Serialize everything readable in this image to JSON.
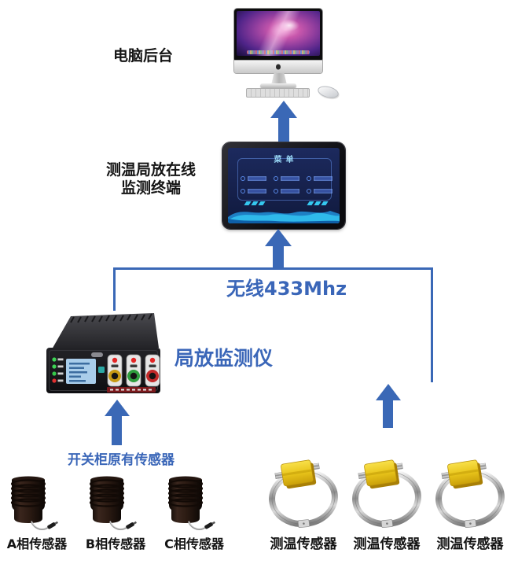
{
  "labels": {
    "computer_backend": "电脑后台",
    "terminal_line1": "测温局放在线",
    "terminal_line2": "监测终端",
    "wireless": "无线433Mhz",
    "pd_monitor": "局放监测仪",
    "switchgear_sensors": "开关柜原有传感器"
  },
  "tablet": {
    "menu_title": "菜单"
  },
  "phase_sensors": [
    {
      "label": "A相传感器"
    },
    {
      "label": "B相传感器"
    },
    {
      "label": "C相传感器"
    }
  ],
  "temp_sensors": [
    {
      "label": "测温传感器"
    },
    {
      "label": "测温传感器"
    },
    {
      "label": "测温传感器"
    }
  ],
  "colors": {
    "arrow_blue": "#3A68B6",
    "text_blue": "#3A66B8",
    "text_black": "#141414",
    "screen_navy": "#16214C",
    "wave_cyan": "#2FB9EA",
    "sensor_yellow": "#E9C51B"
  }
}
